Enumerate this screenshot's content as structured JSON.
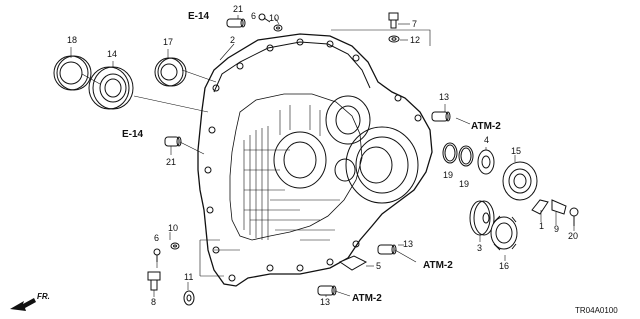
{
  "diagram": {
    "part_numbers": [
      {
        "key": "p18",
        "text": "18"
      },
      {
        "key": "p14",
        "text": "14"
      },
      {
        "key": "p17",
        "text": "17"
      },
      {
        "key": "p2",
        "text": "2"
      },
      {
        "key": "p21a",
        "text": "21"
      },
      {
        "key": "p6a",
        "text": "6"
      },
      {
        "key": "p10a",
        "text": "10"
      },
      {
        "key": "p7",
        "text": "7"
      },
      {
        "key": "p12",
        "text": "12"
      },
      {
        "key": "p13a",
        "text": "13"
      },
      {
        "key": "p21b",
        "text": "21"
      },
      {
        "key": "p4",
        "text": "4"
      },
      {
        "key": "p15",
        "text": "15"
      },
      {
        "key": "p19a",
        "text": "19"
      },
      {
        "key": "p19b",
        "text": "19"
      },
      {
        "key": "p1",
        "text": "1"
      },
      {
        "key": "p9",
        "text": "9"
      },
      {
        "key": "p20",
        "text": "20"
      },
      {
        "key": "p3",
        "text": "3"
      },
      {
        "key": "p16",
        "text": "16"
      },
      {
        "key": "p10b",
        "text": "10"
      },
      {
        "key": "p6b",
        "text": "6"
      },
      {
        "key": "p11",
        "text": "11"
      },
      {
        "key": "p8",
        "text": "8"
      },
      {
        "key": "p13b",
        "text": "13"
      },
      {
        "key": "p5",
        "text": "5"
      },
      {
        "key": "p13c",
        "text": "13"
      }
    ],
    "references": [
      {
        "key": "e14a",
        "text": "E-14"
      },
      {
        "key": "e14b",
        "text": "E-14"
      },
      {
        "key": "atm2a",
        "text": "ATM-2"
      },
      {
        "key": "atm2b",
        "text": "ATM-2"
      },
      {
        "key": "atm2c",
        "text": "ATM-2"
      }
    ],
    "front_label": "FR.",
    "diagram_code": "TR04A0100"
  }
}
